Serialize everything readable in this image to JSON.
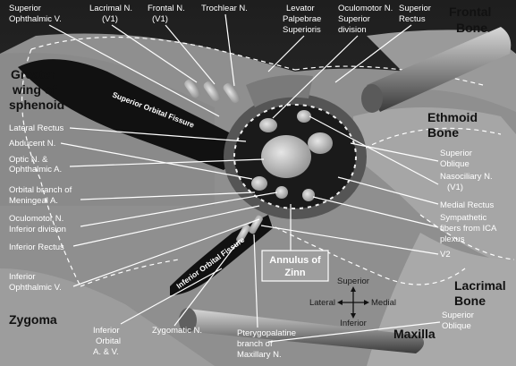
{
  "top_labels": {
    "superior_ophthalmic": [
      "Superior",
      "Ophthalmic V."
    ],
    "lacrimal": [
      "Lacrimal N.",
      "(V1)"
    ],
    "frontal": [
      "Frontal N.",
      "(V1)"
    ],
    "trochlear": [
      "Trochlear N."
    ],
    "levator": [
      "Levator",
      "Palpebrae",
      "Superioris"
    ],
    "oculomotor_sup": [
      "Oculomotor N.",
      "Superior",
      "division"
    ],
    "superior_rectus": [
      "Superior",
      "Rectus"
    ]
  },
  "regions": {
    "frontal_bone": [
      "Frontal",
      "Bone"
    ],
    "greater_wing": [
      "Greater",
      "wing of",
      "sphenoid"
    ],
    "ethmoid_bone": [
      "Ethmoid",
      "Bone"
    ],
    "lacrimal_bone": [
      "Lacrimal",
      "Bone"
    ],
    "zygoma": [
      "Zygoma"
    ],
    "maxilla": [
      "Maxilla"
    ]
  },
  "fissures": {
    "superior": "Superior Orbital Fissure",
    "inferior": "Inferior Orbital Fissure"
  },
  "left_labels": {
    "lateral_rectus": [
      "Lateral Rectus"
    ],
    "abducent": [
      "Abducent N."
    ],
    "optic": [
      "Optic N. &",
      "Ophthalmic A."
    ],
    "orbital_branch": [
      "Orbital branch of",
      "Meningeal A."
    ],
    "oculomotor_inf": [
      "Oculomotor N.",
      "Inferior division"
    ],
    "inferior_rectus": [
      "Inferior Rectus"
    ],
    "inferior_ophthalmic": [
      "Inferior",
      "Ophthalmic V."
    ]
  },
  "right_labels": {
    "superior_oblique": [
      "Superior",
      "Oblique"
    ],
    "nasociliary": [
      "Nasociliary N.",
      "(V1)"
    ],
    "medial_rectus": [
      "Medial Rectus"
    ],
    "sympathetic": [
      "Sympathetic",
      "fibers from ICA",
      "plexus"
    ],
    "v2": [
      "V2"
    ],
    "superior_oblique_2": [
      "Superior",
      "Oblique"
    ]
  },
  "bottom_labels": {
    "inferior_orbital_av": [
      "Inferior",
      "Orbital",
      "A. & V."
    ],
    "zygomatic_n": [
      "Zygomatic N."
    ],
    "pterygopalatine": [
      "Pterygopalatine",
      "branch of",
      "Maxillary N."
    ]
  },
  "annulus": [
    "Annulus of",
    "Zinn"
  ],
  "compass": {
    "superior": "Superior",
    "inferior": "Inferior",
    "lateral": "Lateral",
    "medial": "Medial"
  }
}
